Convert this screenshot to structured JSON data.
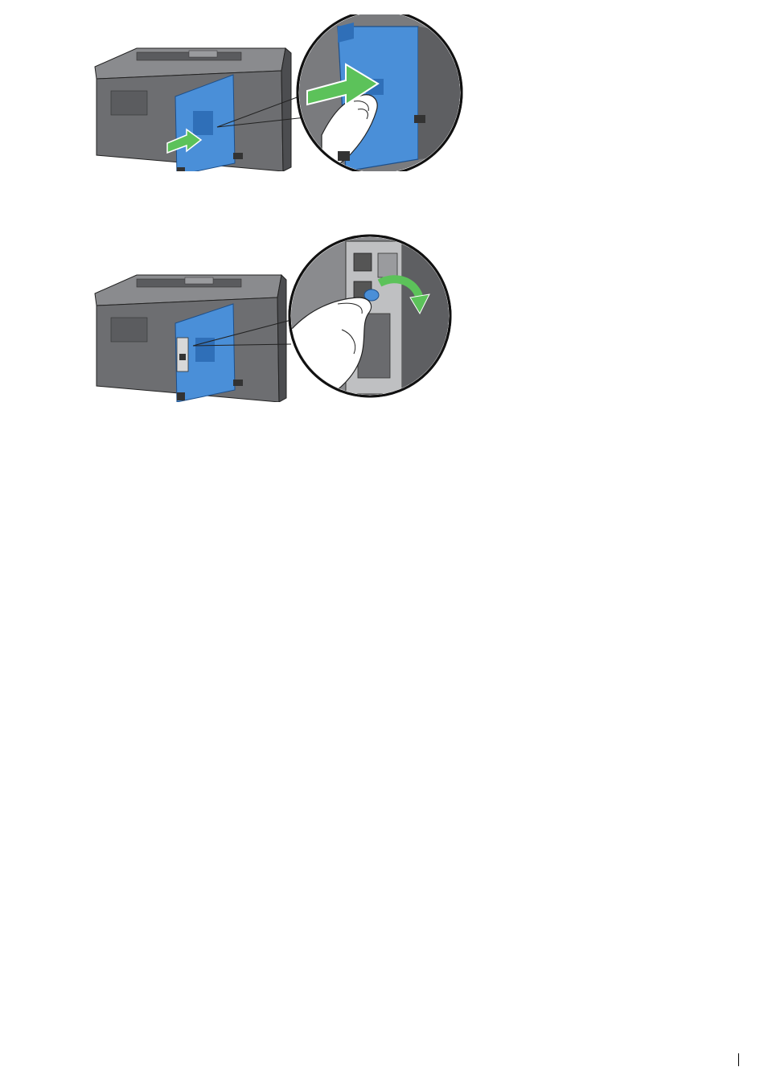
{
  "document": {
    "type": "manual-page",
    "figures": [
      {
        "id": "figure-1",
        "subject": "printer-rear-slide-cover",
        "arrow_color": "#5cc25a",
        "cover_color": "#4a8fd8"
      },
      {
        "id": "figure-2",
        "subject": "printer-rear-turn-knob",
        "arrow_color": "#5cc25a",
        "cover_color": "#4a8fd8"
      }
    ]
  },
  "colors": {
    "printer_body": "#6d6e71",
    "printer_dark": "#4c4d50",
    "printer_light": "#8a8b8e",
    "cover_blue": "#4a8fd8",
    "cover_blue_dark": "#2f6fb8",
    "arrow_green": "#5cc25a",
    "arrow_green_dark": "#3f9e3e",
    "hand": "#ffffff",
    "outline": "#222222"
  }
}
